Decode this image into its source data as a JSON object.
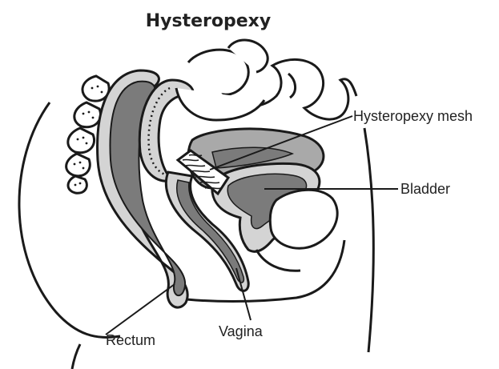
{
  "title": "Hysteropexy",
  "labels": {
    "mesh": "Hysteropexy mesh",
    "bladder": "Bladder",
    "rectum": "Rectum",
    "vagina": "Vagina"
  },
  "colors": {
    "outline": "#1a1a1a",
    "dark_fill": "#7b7b7b",
    "mid_fill": "#a9a9a9",
    "light_fill": "#d4d4d4",
    "background": "#ffffff"
  }
}
